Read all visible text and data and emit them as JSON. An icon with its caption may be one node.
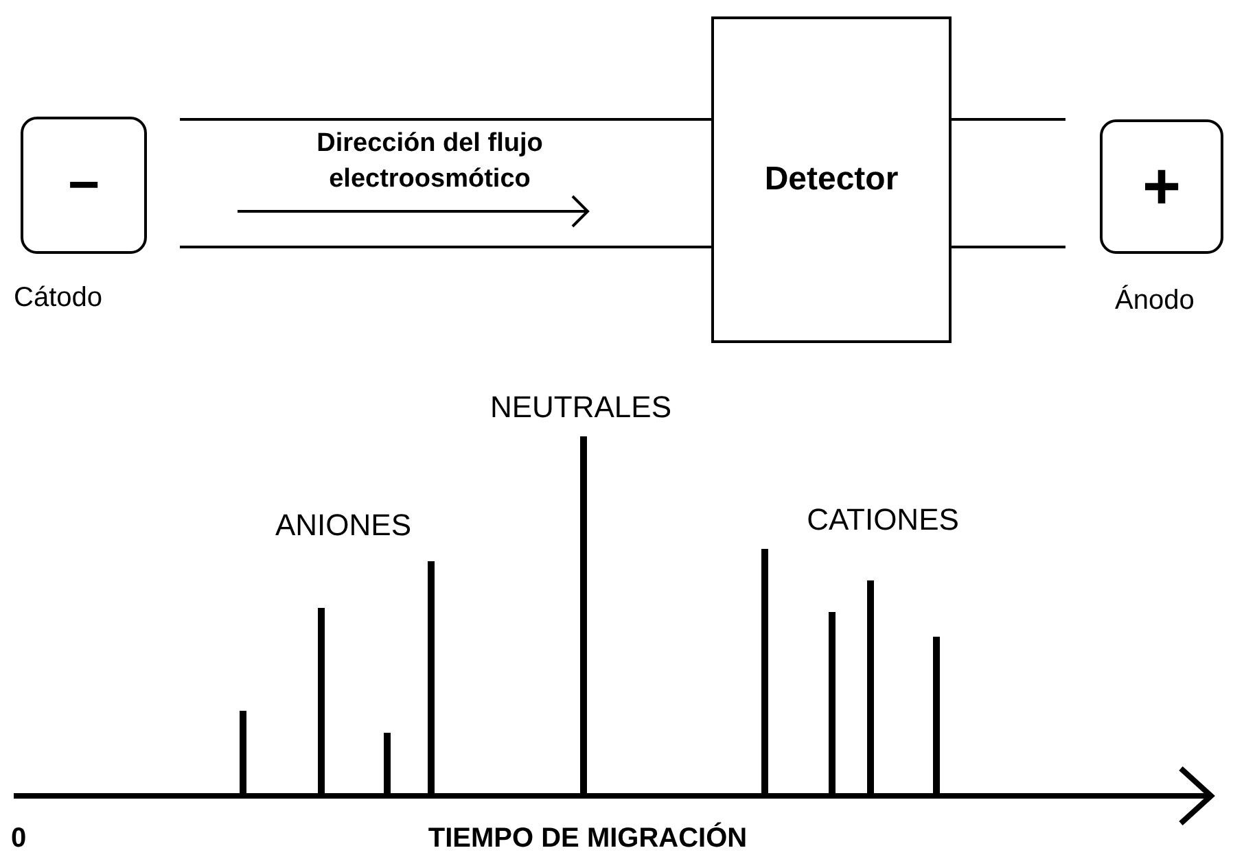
{
  "diagram": {
    "nodes": [
      {
        "text": [
          "−"
        ],
        "beside": [
          "Cátodo"
        ]
      },
      {
        "text": [
          "Detector"
        ]
      },
      {
        "text": [
          "+"
        ],
        "beside": [
          "Ánodo"
        ]
      }
    ],
    "labels": [
      "Dirección del flujo electroosmótico",
      "NEUTRALES",
      "ANIONES",
      "CATIONES",
      "0",
      "TIEMPO DE MIGRACIÓN"
    ]
  }
}
